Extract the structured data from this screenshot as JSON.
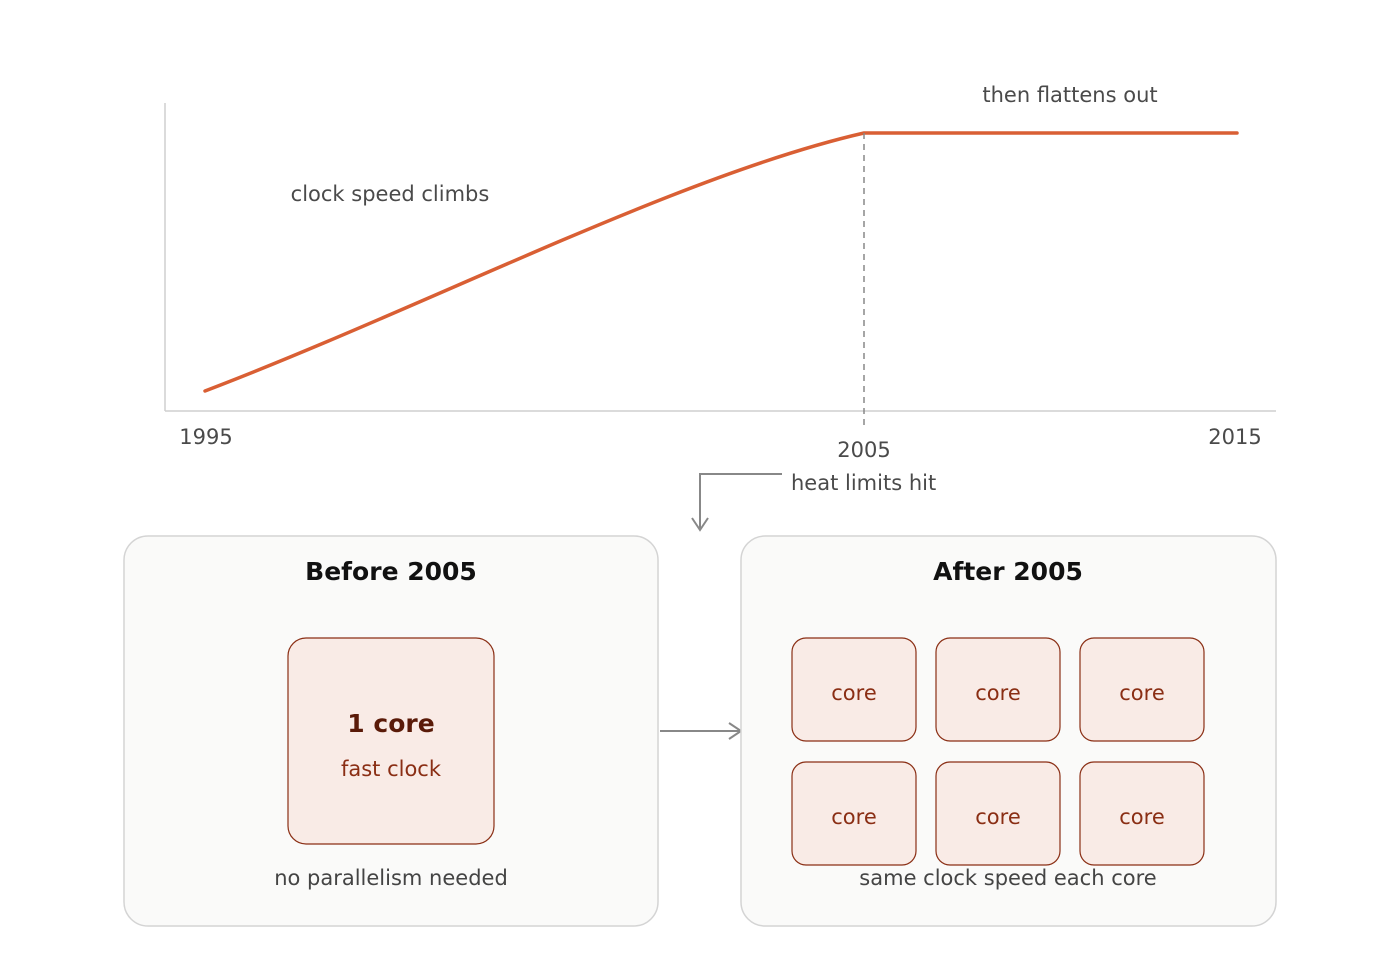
{
  "timeline": {
    "tick_start": "1995",
    "tick_mid": "2005",
    "tick_end": "2015",
    "climb_label": "clock speed climbs",
    "flat_label": "then flattens out",
    "event_label": "heat limits hit"
  },
  "before_panel": {
    "title": "Before 2005",
    "core_title": "1 core",
    "core_subtitle": "fast clock",
    "caption": "no parallelism needed"
  },
  "after_panel": {
    "title": "After 2005",
    "cores": [
      "core",
      "core",
      "core",
      "core",
      "core",
      "core"
    ],
    "caption": "same clock speed each core"
  },
  "colors": {
    "curve": "#d95f34",
    "core_fill": "#f9ebe6",
    "core_stroke": "#8a2e14",
    "panel_fill": "#fafaf9",
    "panel_stroke": "#d4d4d4",
    "arrow": "#888888"
  }
}
